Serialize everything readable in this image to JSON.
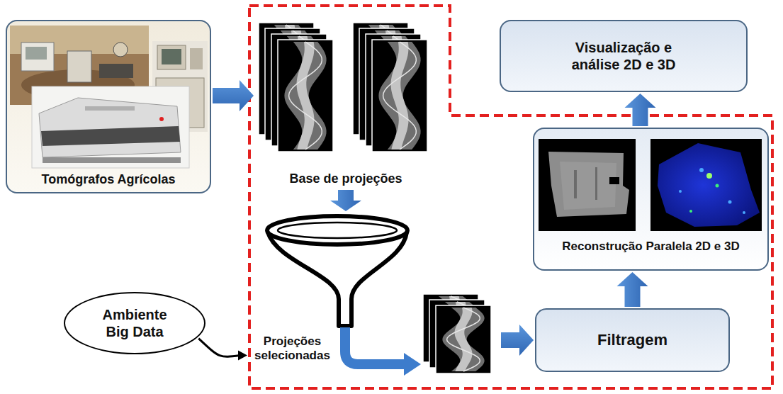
{
  "diagram": {
    "nodes": [
      {
        "text": [
          "Tomógrafos Agrícolas"
        ]
      },
      {
        "text": [
          "Base de projeções"
        ]
      },
      {
        "text": [
          "Projeções selecionadas"
        ]
      },
      {
        "text": [
          "Ambiente Big Data"
        ]
      },
      {
        "text": [
          "Filtragem"
        ]
      },
      {
        "text": [
          "Reconstrução Paralela 2D e 3D"
        ]
      },
      {
        "text": [
          "Visualização e análise 2D e 3D"
        ]
      }
    ],
    "edges": [
      {
        "from": 0,
        "to": 1,
        "arrow": "to"
      },
      {
        "from": 1,
        "to": 2,
        "arrow": "to"
      },
      {
        "from": 3,
        "to": 2,
        "arrow": "to"
      },
      {
        "from": 2,
        "to": 4,
        "arrow": "to"
      },
      {
        "from": 4,
        "to": 5,
        "arrow": "to"
      },
      {
        "from": 5,
        "to": 6,
        "arrow": "to"
      }
    ]
  }
}
